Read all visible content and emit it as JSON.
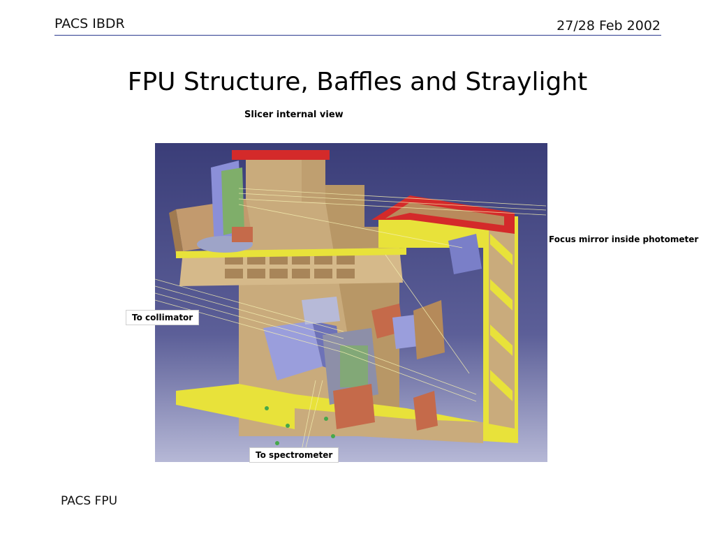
{
  "header": {
    "left": "PACS IBDR",
    "right": "27/28 Feb 2002"
  },
  "slide": {
    "title": "FPU Structure, Baffles and Straylight",
    "subtitle": "Slicer internal view"
  },
  "callouts": {
    "focus_mirror": "Focus mirror inside photometer",
    "to_collimator": "To collimator",
    "to_spectrometer": "To spectrometer"
  },
  "footer": {
    "text": "PACS FPU"
  },
  "colors": {
    "background_top": "#3a3d78",
    "background_bottom": "#b6b8d6",
    "structure_tan": "#c9ab7c",
    "frame_yellow": "#e8e23a",
    "top_red": "#d42a2a",
    "mirror_blue": "#8b8fd8",
    "rule_blue": "#2b3a8f"
  }
}
